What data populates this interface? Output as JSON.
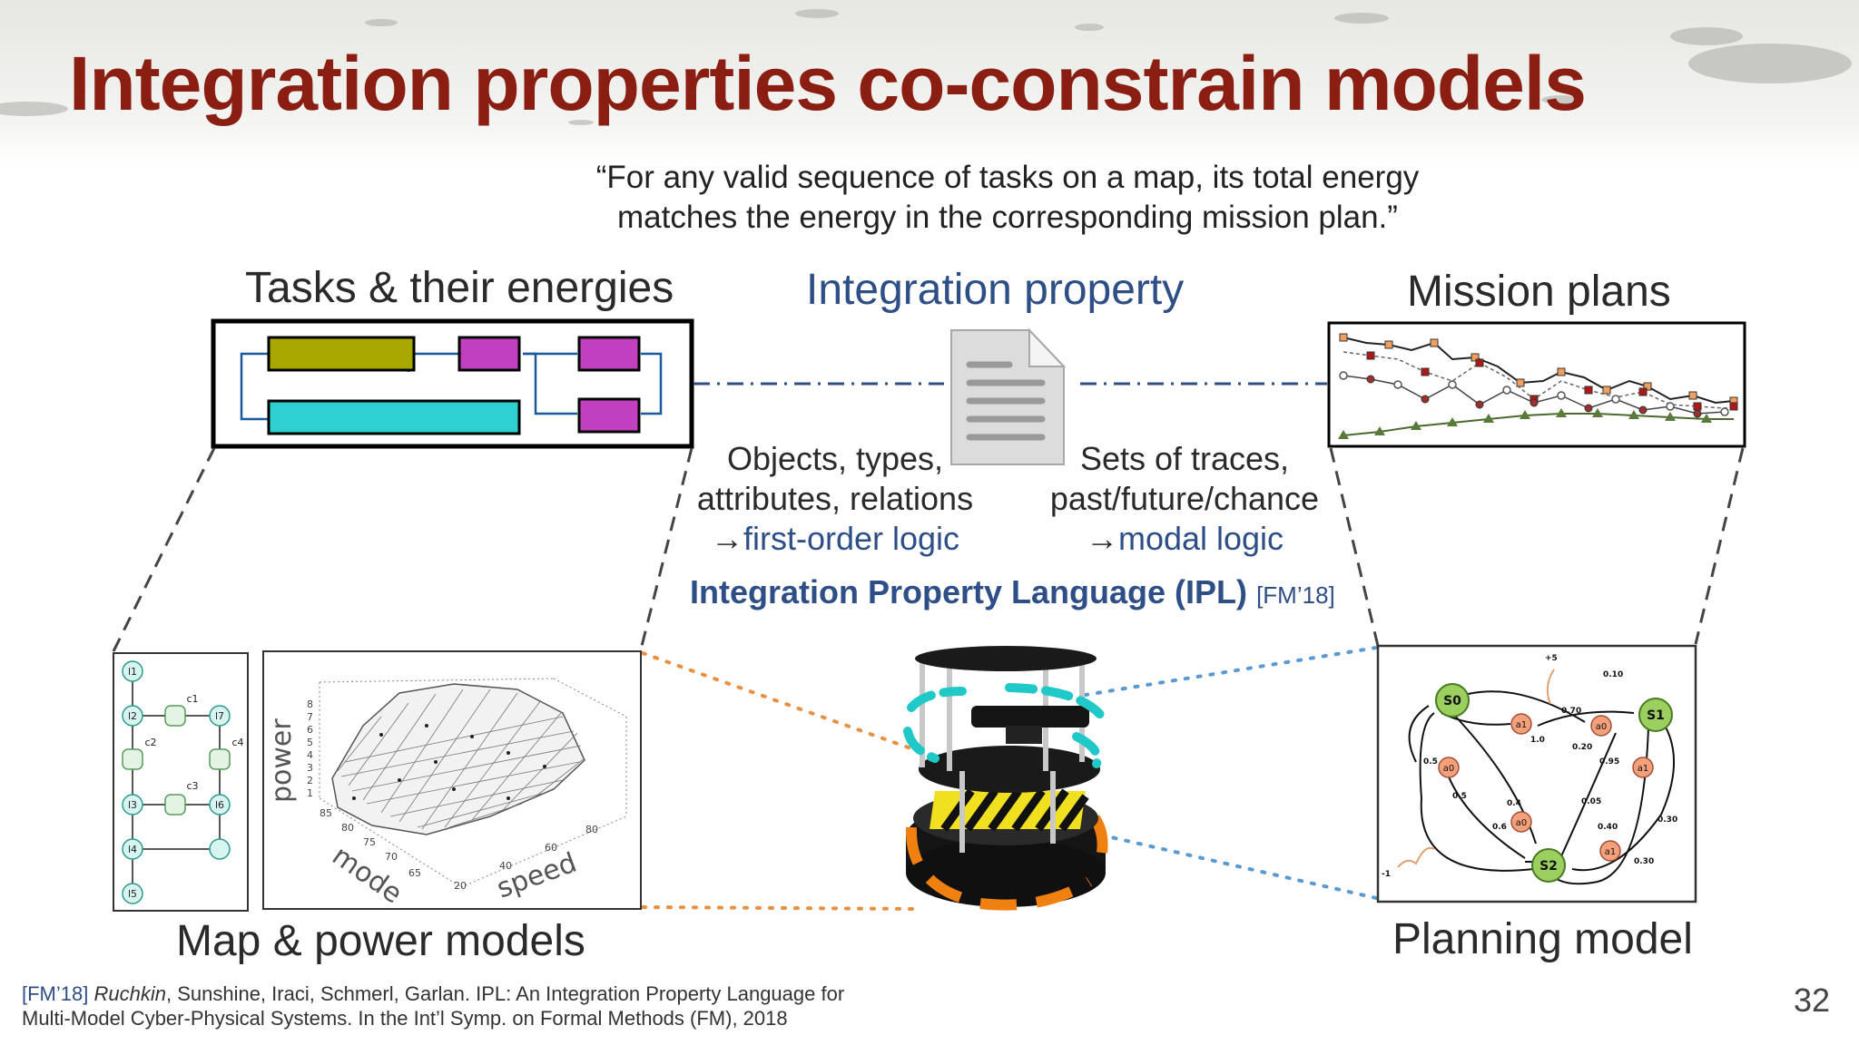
{
  "slide": {
    "title": "Integration properties co-constrain models",
    "quote_line1": "“For any valid sequence of tasks on a map, its total energy",
    "quote_line2": "matches the energy in the corresponding mission plan.”",
    "page_number": "32"
  },
  "columns": {
    "tasks_title": "Tasks & their energies",
    "integration_title": "Integration property",
    "mission_title": "Mission plans"
  },
  "concepts": {
    "left_line1": "Objects, types,",
    "left_line2": "attributes, relations",
    "left_arrow": "→",
    "left_logic": "first-order logic",
    "right_line1": "Sets of traces,",
    "right_line2": "past/future/chance",
    "right_arrow": "→",
    "right_logic": "modal logic"
  },
  "ipl": {
    "name": "Integration Property Language (IPL)",
    "cite": "[FM’18]"
  },
  "models": {
    "map_label": "Map & power models",
    "planning_label": "Planning model",
    "map_nodes": [
      "l1",
      "l2",
      "l3",
      "l4",
      "l5",
      "l6",
      "l7"
    ],
    "map_edges": [
      "c1",
      "c2",
      "c3",
      "c4"
    ],
    "surface_axes": {
      "z": "power",
      "x": "mode",
      "y": "speed"
    },
    "surface_ticks_x": [
      "85",
      "80",
      "75",
      "70",
      "65"
    ],
    "surface_ticks_y": [
      "20",
      "40",
      "60",
      "80"
    ],
    "surface_ticks_z": [
      "1",
      "2",
      "3",
      "4",
      "5",
      "6",
      "7",
      "8"
    ],
    "plan_states": [
      "S0",
      "S1",
      "S2"
    ],
    "plan_numbers": [
      "+5",
      "0.10",
      "0.70",
      "1.0",
      "0.20",
      "0.95",
      "0.5",
      "0.5",
      "0.4",
      "0.6",
      "0.05",
      "0.40",
      "0.30",
      "0.30",
      "-1"
    ]
  },
  "footnote": {
    "cite": "[FM’18]",
    "lead_author": "Ruchkin",
    "line1_rest": ", Sunshine, Iraci, Schmerl, Garlan. IPL: An Integration Property Language for",
    "line2": "Multi-Model Cyber-Physical Systems. In the Int’l Symp. on Formal Methods (FM), 2018"
  },
  "colors": {
    "title": "#8b1e12",
    "accent_blue": "#2d4e87",
    "task_olive": "#a8a800",
    "task_magenta": "#c040c0",
    "task_cyan": "#2ed0d0",
    "robot_cyan": "#20c8c8",
    "robot_orange": "#f08010"
  },
  "icons": [
    "document-icon",
    "robot-image"
  ]
}
